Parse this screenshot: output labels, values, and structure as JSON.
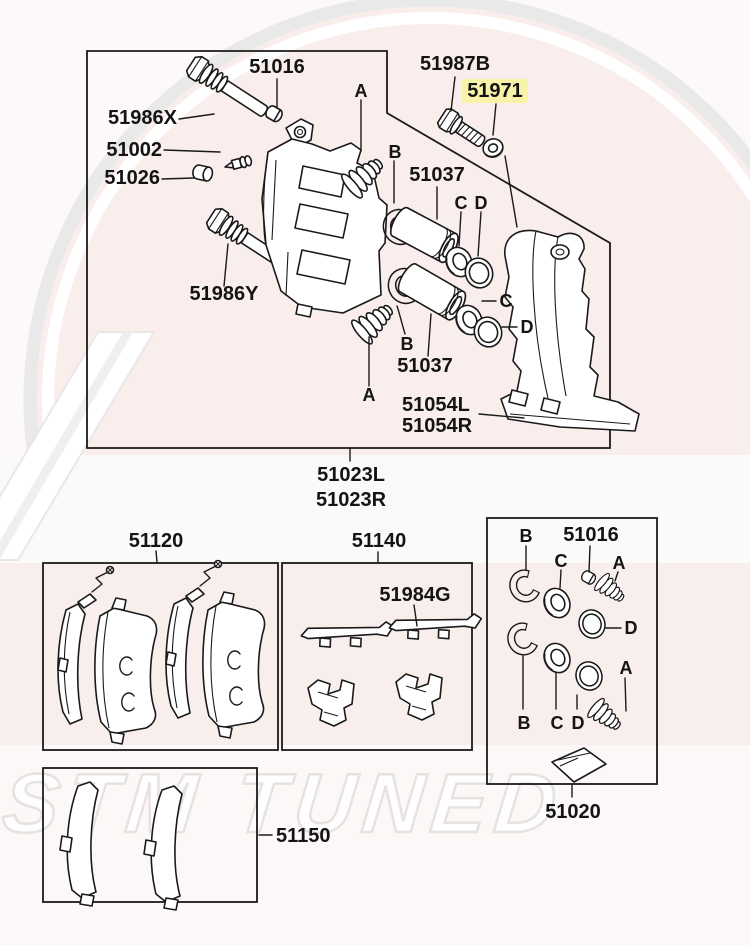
{
  "diagram_title": "Front brake caliper parts diagram",
  "colors": {
    "line": "#1a1a1a",
    "highlight_bg": "#f8f3a8",
    "highlight_text": "#6e6e14",
    "band_pink": "#f9eeec",
    "watermark_gray": "#e9e9e9"
  },
  "watermark": {
    "text": "STM TUNED"
  },
  "letters": {
    "a": "A",
    "b": "B",
    "c": "C",
    "d": "D"
  },
  "parts": {
    "p51016_top": "51016",
    "p51986x": "51986X",
    "p51002": "51002",
    "p51026": "51026",
    "p51986y": "51986Y",
    "p51987b": "51987B",
    "p51971": "51971",
    "p51037_top": "51037",
    "p51037_bot": "51037",
    "p51054l": "51054L",
    "p51054r": "51054R",
    "p51023l": "51023L",
    "p51023r": "51023R",
    "p51120": "51120",
    "p51140": "51140",
    "p51984g": "51984G",
    "p51016_kit": "51016",
    "p51020": "51020",
    "p51150": "51150"
  }
}
